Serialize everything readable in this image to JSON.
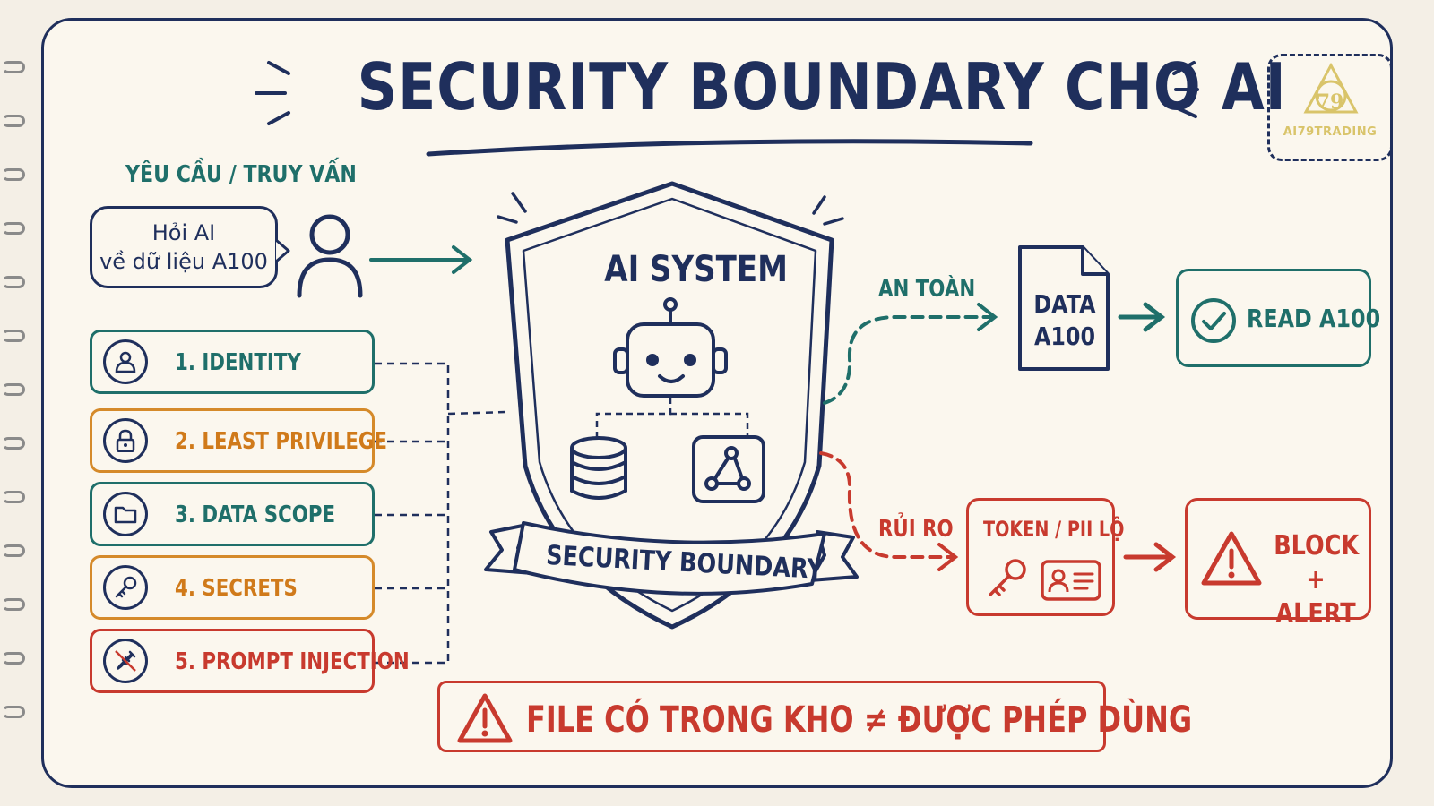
{
  "header": {
    "title": "SECURITY BOUNDARY CHO AI",
    "logo_text": "AI79TRADING",
    "logo_number": "79"
  },
  "request": {
    "label": "YÊU CẦU / TRUY VẤN",
    "bubble_line1": "Hỏi AI",
    "bubble_line2": "về dữ liệu A100"
  },
  "layers": [
    {
      "label": "1. IDENTITY",
      "color": "#1f6f6a",
      "icon": "user-icon"
    },
    {
      "label": "2. LEAST PRIVILEGE",
      "color": "#d07a1a",
      "icon": "lock-icon"
    },
    {
      "label": "3. DATA SCOPE",
      "color": "#1f6f6a",
      "icon": "folder-icon"
    },
    {
      "label": "4. SECRETS",
      "color": "#d07a1a",
      "icon": "key-icon"
    },
    {
      "label": "5. PROMPT INJECTION",
      "color": "#c83a2e",
      "icon": "syringe-icon"
    }
  ],
  "system": {
    "title": "AI SYSTEM",
    "ribbon": "SECURITY BOUNDARY",
    "icons": [
      "robot-icon",
      "database-icon",
      "network-icon"
    ]
  },
  "safe_path": {
    "label": "AN TOÀN",
    "data_line1": "DATA",
    "data_line2": "A100",
    "result": "READ A100",
    "color": "#1f6f6a"
  },
  "risk_path": {
    "label": "RỦI RO",
    "leak": "TOKEN / PII LỘ",
    "result_line1": "BLOCK",
    "result_line2": "+ ALERT",
    "color": "#c83a2e"
  },
  "footer": {
    "warning": "FILE CÓ TRONG KHO ≠ ĐƯỢC PHÉP DÙNG"
  },
  "colors": {
    "navy": "#1f2f5c",
    "teal": "#1f6f6a",
    "orange": "#d07a1a",
    "red": "#c83a2e",
    "paper": "#fbf7ee"
  }
}
